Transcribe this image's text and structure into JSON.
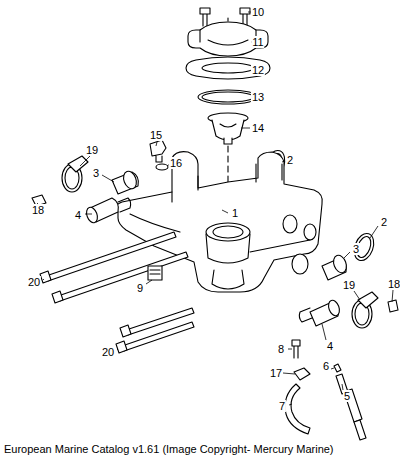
{
  "diagram": {
    "caption": "European Marine Catalog v1.61 (Image Copyright- Mercury Marine)",
    "labels": [
      "10",
      "11",
      "12",
      "13",
      "14",
      "15",
      "16",
      "2",
      "19",
      "3",
      "18",
      "4",
      "1",
      "2",
      "3",
      "9",
      "20",
      "19",
      "18",
      "4",
      "20",
      "8",
      "6",
      "17",
      "5",
      "7"
    ]
  }
}
